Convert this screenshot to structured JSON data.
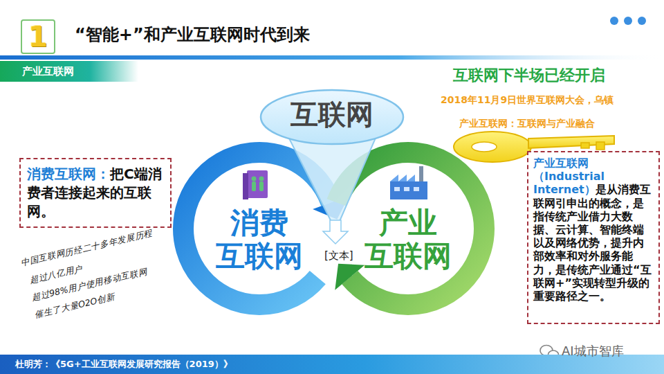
{
  "diagram": {
    "title": "“智能+”和产业互联网时代到来",
    "caption": "杜明芳：《5G+工业互联网发展研究报告（2019）》",
    "nodes": [
      {
        "text": [
          "1"
        ]
      },
      {
        "text": [
          "产业互联网"
        ]
      },
      {
        "text": [
          "互联网"
        ]
      },
      {
        "text": [
          "消费互联网：",
          "把C端消费者连接起来的互联网。"
        ]
      },
      {
        "text": [
          "消费 互联网"
        ]
      },
      {
        "text": [
          "产业 互联网"
        ]
      },
      {
        "text": [
          "产业互联网 （Industrial Internet）",
          "是从消费互联网引申出的概念，是指传统产业借力大数据、云计算、智能终端以及网络优势，提升内部效率和对外服务能力，是传统产业通过“互联网+”实现转型升级的重要路径之一。"
        ]
      }
    ],
    "labels": [
      "互联网下半场已经开启",
      "2018年11月9日世界互联网大会，乌镇",
      "产业互联网：互联网与产业融合",
      "中国互联网历经二十多年发展历程",
      "超过八亿用户",
      "超过98%用户使用移动互联网",
      "催生了大量O2O创新",
      "[文本]",
      "AI城市智库"
    ]
  }
}
